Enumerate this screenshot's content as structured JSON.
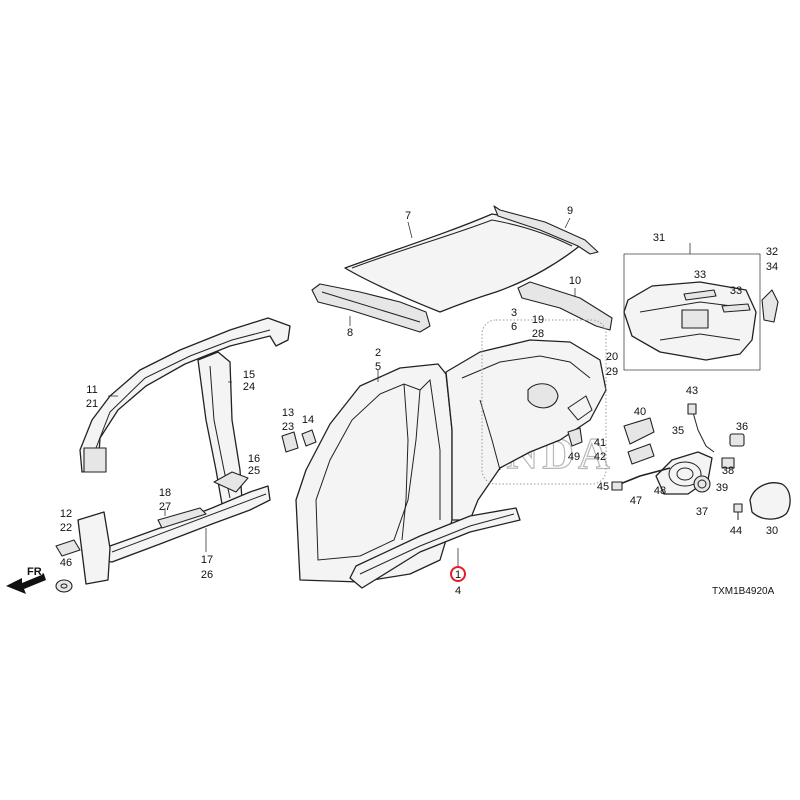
{
  "diagram_code": "TXM1B4920A",
  "direction_label": "FR.",
  "watermark": "HONDA",
  "highlighted_part": "1",
  "labels": {
    "p1": "1",
    "p2": "2",
    "p3": "3",
    "p4": "4",
    "p5": "5",
    "p6": "6",
    "p7": "7",
    "p8": "8",
    "p9": "9",
    "p10": "10",
    "p11": "11",
    "p12": "12",
    "p13": "13",
    "p14": "14",
    "p15": "15",
    "p16": "16",
    "p17": "17",
    "p18": "18",
    "p19": "19",
    "p20": "20",
    "p21": "21",
    "p22": "22",
    "p23": "23",
    "p24": "24",
    "p25": "25",
    "p26": "26",
    "p27": "27",
    "p28": "28",
    "p29": "29",
    "p30": "30",
    "p31": "31",
    "p32": "32",
    "p33a": "33",
    "p33b": "33",
    "p34": "34",
    "p35": "35",
    "p36": "36",
    "p37": "37",
    "p38": "38",
    "p39": "39",
    "p40": "40",
    "p41": "41",
    "p42": "42",
    "p43": "43",
    "p44": "44",
    "p45": "45",
    "p46": "46",
    "p47": "47",
    "p48": "48",
    "p49": "49"
  },
  "colors": {
    "highlight": "#e31e24",
    "line": "#222222",
    "watermark": "#b8b8b8"
  }
}
